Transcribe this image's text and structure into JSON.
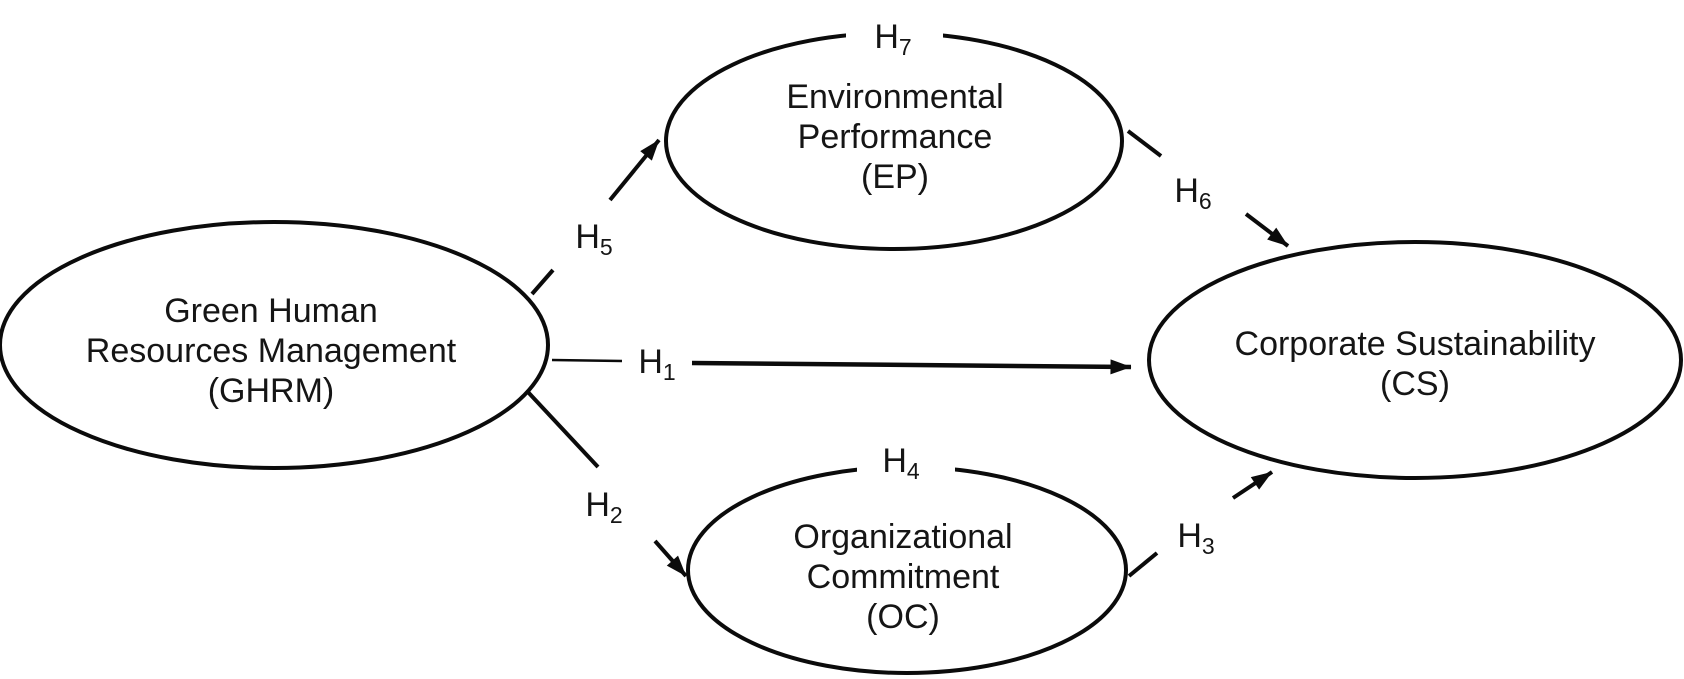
{
  "diagram": {
    "nodes": {
      "ghrm": {
        "abbr": "GHRM",
        "lines": [
          "Green Human",
          "Resources Management",
          "(GHRM)"
        ]
      },
      "ep": {
        "abbr": "EP",
        "lines": [
          "Environmental",
          "Performance",
          "(EP)"
        ]
      },
      "oc": {
        "abbr": "OC",
        "lines": [
          "Organizational",
          "Commitment",
          "(OC)"
        ]
      },
      "cs": {
        "abbr": "CS",
        "lines": [
          "Corporate Sustainability",
          "(CS)"
        ]
      }
    },
    "hypotheses": {
      "h1": {
        "base": "H",
        "sub": "1"
      },
      "h2": {
        "base": "H",
        "sub": "2"
      },
      "h3": {
        "base": "H",
        "sub": "3"
      },
      "h4": {
        "base": "H",
        "sub": "4"
      },
      "h5": {
        "base": "H",
        "sub": "5"
      },
      "h6": {
        "base": "H",
        "sub": "6"
      },
      "h7": {
        "base": "H",
        "sub": "7"
      }
    },
    "edges": [
      {
        "label": "H1",
        "from": "GHRM",
        "to": "CS"
      },
      {
        "label": "H2",
        "from": "GHRM",
        "to": "OC"
      },
      {
        "label": "H3",
        "from": "OC",
        "to": "CS"
      },
      {
        "label": "H4",
        "on": "OC"
      },
      {
        "label": "H5",
        "from": "GHRM",
        "to": "EP"
      },
      {
        "label": "H6",
        "from": "EP",
        "to": "CS"
      },
      {
        "label": "H7",
        "on": "EP"
      }
    ],
    "colors": {
      "stroke": "#0b0b0b",
      "text": "#151515",
      "background": "#ffffff"
    }
  }
}
